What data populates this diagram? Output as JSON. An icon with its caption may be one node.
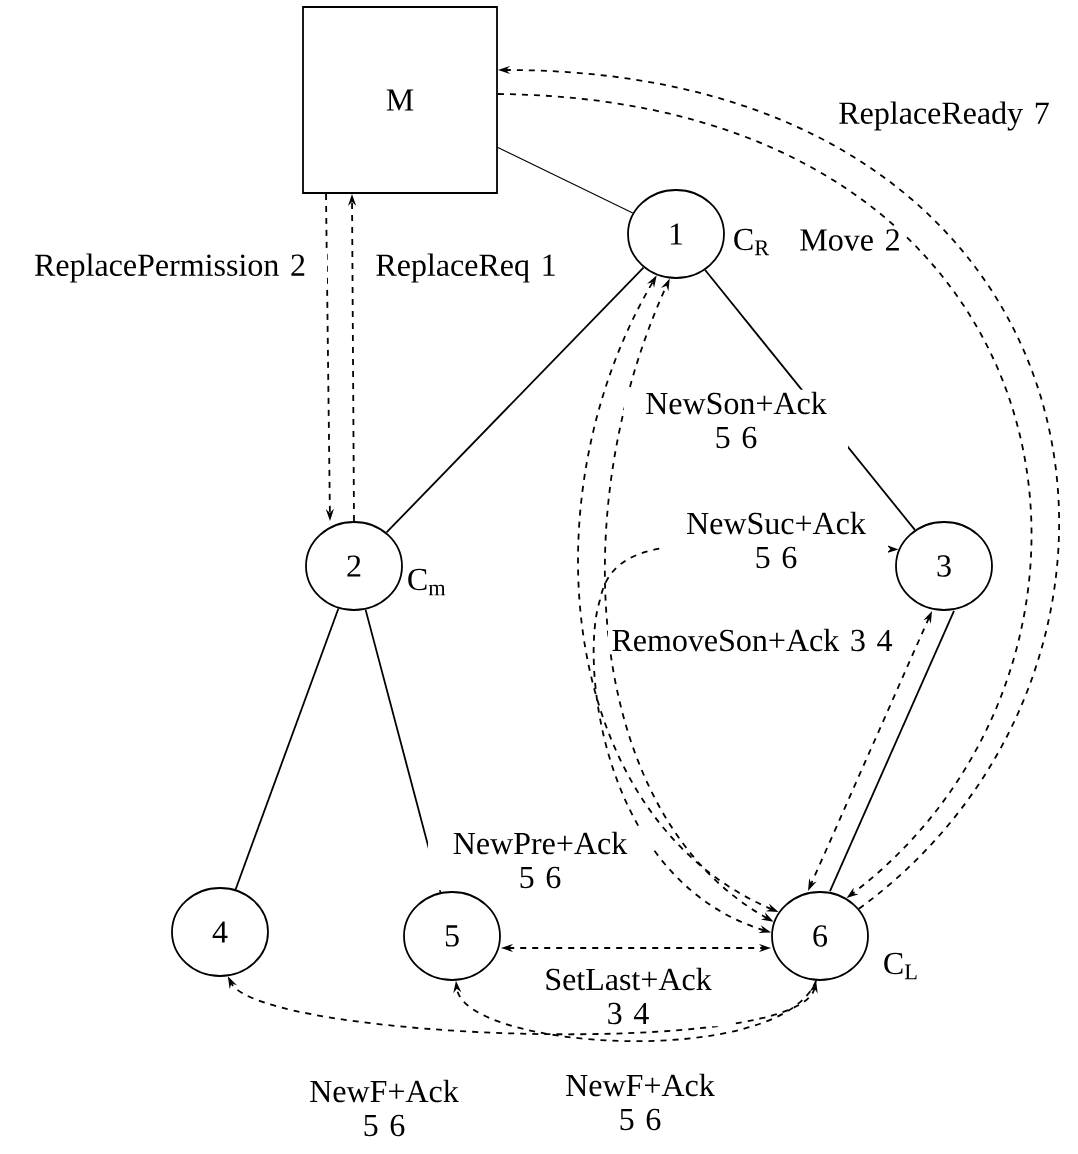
{
  "diagram": {
    "nodes": [
      {
        "text": [
          "M"
        ]
      },
      {
        "text": [
          "1"
        ],
        "beside": [
          "C$_{R}$"
        ]
      },
      {
        "text": [
          "2"
        ],
        "beside": [
          "C$_{m}$"
        ]
      },
      {
        "text": [
          "3"
        ]
      },
      {
        "text": [
          "4"
        ]
      },
      {
        "text": [
          "5"
        ]
      },
      {
        "text": [
          "6"
        ],
        "beside": [
          "C$_{L}$"
        ]
      }
    ],
    "edges": [
      {
        "from": 0,
        "to": 1,
        "arrow": "none"
      },
      {
        "from": 0,
        "to": 2,
        "arrow": "to",
        "style": "dashed",
        "label": "ReplacePermission 2"
      },
      {
        "from": 2,
        "to": 0,
        "arrow": "to",
        "style": "dashed",
        "label": "ReplaceReq 1"
      },
      {
        "from": 1,
        "to": 2,
        "arrow": "none"
      },
      {
        "from": 1,
        "to": 3,
        "arrow": "none"
      },
      {
        "from": 2,
        "to": 4,
        "arrow": "none"
      },
      {
        "from": 2,
        "to": 5,
        "arrow": "none"
      },
      {
        "from": 3,
        "to": 6,
        "arrow": "none"
      },
      {
        "from": 6,
        "to": 0,
        "arrow": "to",
        "style": "dashed",
        "label": "ReplaceReady 7"
      },
      {
        "from": 0,
        "to": 6,
        "arrow": "to",
        "style": "dashed",
        "label": "Move 2"
      },
      {
        "from": 6,
        "to": 1,
        "arrow": "both",
        "style": "dashed",
        "label": "NewSon+Ack 5 6"
      },
      {
        "from": 6,
        "to": 1,
        "arrow": "both",
        "style": "dashed",
        "label": "NewPre+Ack 5 6"
      },
      {
        "from": 6,
        "to": 3,
        "arrow": "both",
        "style": "dashed",
        "label": "NewSuc+Ack 5 6"
      },
      {
        "from": 3,
        "to": 6,
        "arrow": "both",
        "style": "dashed",
        "label": "RemoveSon+Ack 3 4"
      },
      {
        "from": 5,
        "to": 6,
        "arrow": "both",
        "style": "dashed",
        "label": "SetLast+Ack 3 4"
      },
      {
        "from": 6,
        "to": 4,
        "arrow": "both",
        "style": "dashed",
        "label": "NewF+Ack 5 6"
      },
      {
        "from": 6,
        "to": 5,
        "arrow": "to",
        "style": "dashed",
        "label": "NewF+Ack 5 6"
      }
    ]
  }
}
